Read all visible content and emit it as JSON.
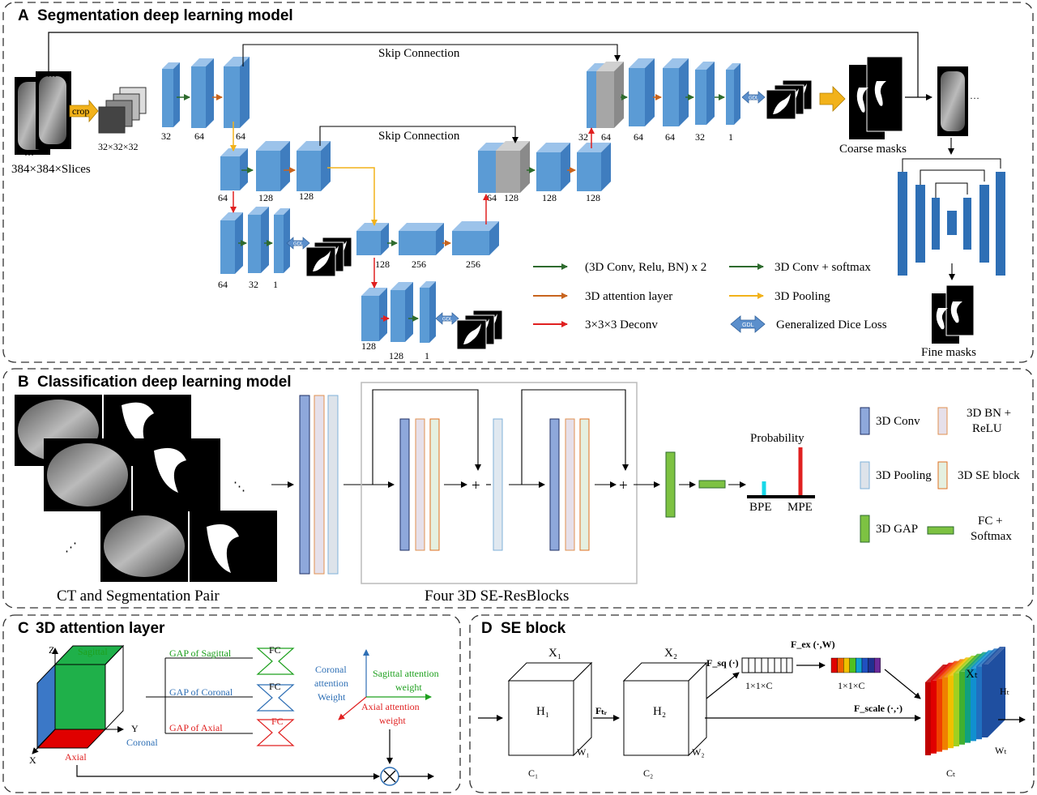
{
  "panelA": {
    "title": "Segmentation deep learning model",
    "letter": "A",
    "input_label": "384×384×Slices",
    "crop_label": "crop",
    "patch_label": "32×32×32",
    "skip1": "Skip Connection",
    "skip2": "Skip Connection",
    "enc1": [
      "32",
      "64",
      "64"
    ],
    "enc2": [
      "64",
      "128",
      "128"
    ],
    "enc3": [
      "128",
      "256",
      "256"
    ],
    "dec2": [
      "64",
      "128",
      "128",
      "128"
    ],
    "dec1": [
      "32",
      "64",
      "64",
      "64",
      "32",
      "1"
    ],
    "aux1": [
      "64",
      "32",
      "1"
    ],
    "aux2": [
      "128",
      "128",
      "1"
    ],
    "gdl": "GDL",
    "coarse": "Coarse masks",
    "fine": "Fine masks",
    "legend": {
      "conv_relu_bn": "(3D Conv, Relu, BN) x 2",
      "attention": "3D attention layer",
      "deconv": "3×3×3 Deconv",
      "conv_softmax": "3D Conv + softmax",
      "pooling": "3D Pooling",
      "gdl_loss": "Generalized Dice Loss"
    },
    "colors": {
      "green": "#2e6b2e",
      "orange": "#c8641e",
      "red": "#e02020",
      "yellow": "#f2b21a",
      "block": "#5b9bd5",
      "gray": "#a6a6a6"
    }
  },
  "panelB": {
    "letter": "B",
    "title": "Classification deep learning model",
    "pair_label": "CT and Segmentation Pair",
    "blocks_label": "Four 3D SE-ResBlocks",
    "probability": "Probability",
    "bpe": "BPE",
    "mpe": "MPE",
    "legend": {
      "conv": "3D Conv",
      "bn_line1": "3D BN +",
      "bn_line2": "ReLU",
      "pool": "3D Pooling",
      "se": "3D SE block",
      "gap": "3D GAP",
      "fc_line1": "FC +",
      "fc_line2": "Softmax"
    }
  },
  "panelC": {
    "letter": "C",
    "title": "3D attention layer",
    "sagittal": "Sagittal",
    "axial": "Axial",
    "coronal": "Coronal",
    "z": "Z",
    "y": "Y",
    "x": "X",
    "gap_sag": "GAP of Sagittal",
    "gap_cor": "GAP of Coronal",
    "gap_ax": "GAP of Axial",
    "fc": "FC",
    "cor_w1": "Coronal",
    "cor_w2": "attention",
    "cor_w3": "Weight",
    "sag_w1": "Sagittal attention",
    "sag_w2": "weight",
    "ax_w1": "Axial attention",
    "ax_w2": "weight"
  },
  "panelD": {
    "letter": "D",
    "title": "SE block",
    "x1": "X₁",
    "x2": "X₂",
    "xt": "Xₜ",
    "h1": "H₁",
    "h2": "H₂",
    "ht": "Hₜ",
    "w1": "W₁",
    "w2": "W₂",
    "wt": "Wₜ",
    "c1": "C₁",
    "c2": "C₂",
    "ct": "Cₜ",
    "ftr": "Fₜᵣ",
    "fsq": "F_sq (·)",
    "fex": "F_ex (·,W)",
    "fscale": "F_scale (·,·)",
    "size1": "1×1×C",
    "size2": "1×1×C"
  }
}
